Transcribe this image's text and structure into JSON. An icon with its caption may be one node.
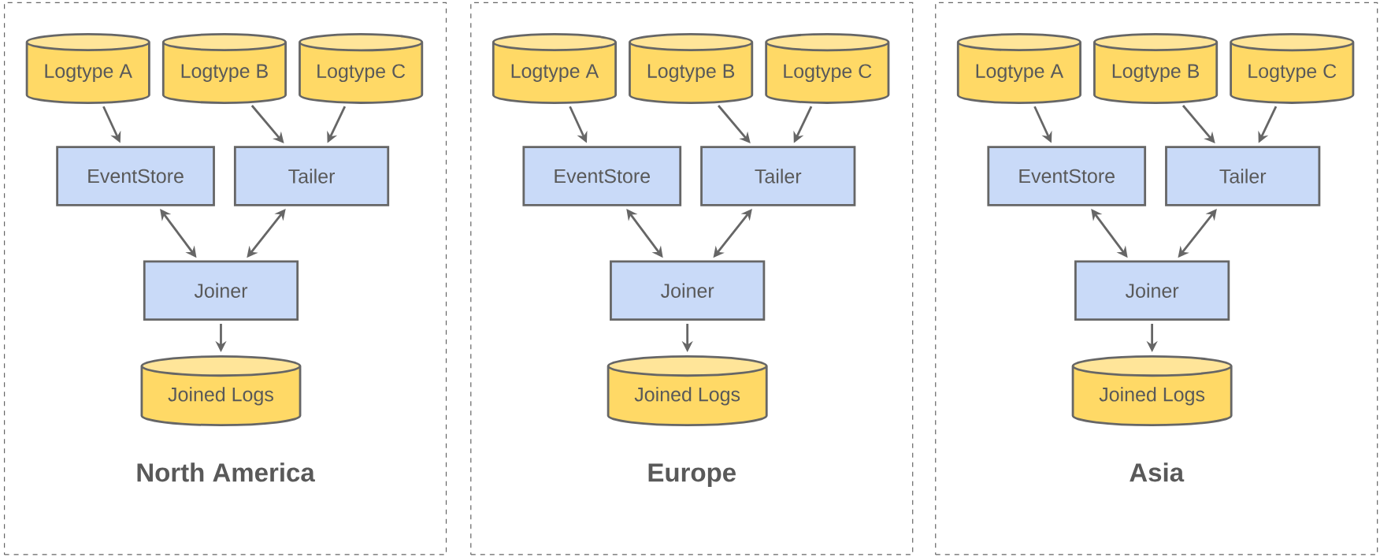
{
  "diagram": {
    "nodes": [
      {
        "text": [
          "North America"
        ]
      },
      {
        "text": [
          "Logtype A"
        ],
        "in": 0
      },
      {
        "text": [
          "Logtype B"
        ],
        "in": 0
      },
      {
        "text": [
          "Logtype C"
        ],
        "in": 0
      },
      {
        "text": [
          "EventStore"
        ],
        "in": 0
      },
      {
        "text": [
          "Tailer"
        ],
        "in": 0
      },
      {
        "text": [
          "Joiner"
        ],
        "in": 0
      },
      {
        "text": [
          "Joined Logs"
        ],
        "in": 0
      },
      {
        "text": [
          "Europe"
        ]
      },
      {
        "text": [
          "Logtype A"
        ],
        "in": 8
      },
      {
        "text": [
          "Logtype B"
        ],
        "in": 8
      },
      {
        "text": [
          "Logtype C"
        ],
        "in": 8
      },
      {
        "text": [
          "EventStore"
        ],
        "in": 8
      },
      {
        "text": [
          "Tailer"
        ],
        "in": 8
      },
      {
        "text": [
          "Joiner"
        ],
        "in": 8
      },
      {
        "text": [
          "Joined Logs"
        ],
        "in": 8
      },
      {
        "text": [
          "Asia"
        ]
      },
      {
        "text": [
          "Logtype A"
        ],
        "in": 16
      },
      {
        "text": [
          "Logtype B"
        ],
        "in": 16
      },
      {
        "text": [
          "Logtype C"
        ],
        "in": 16
      },
      {
        "text": [
          "EventStore"
        ],
        "in": 16
      },
      {
        "text": [
          "Tailer"
        ],
        "in": 16
      },
      {
        "text": [
          "Joiner"
        ],
        "in": 16
      },
      {
        "text": [
          "Joined Logs"
        ],
        "in": 16
      }
    ],
    "edges": [
      {
        "from": 1,
        "to": 4,
        "arrow": "to"
      },
      {
        "from": 2,
        "to": 5,
        "arrow": "to"
      },
      {
        "from": 3,
        "to": 5,
        "arrow": "to"
      },
      {
        "from": 4,
        "to": 6,
        "arrow": "both"
      },
      {
        "from": 5,
        "to": 6,
        "arrow": "both"
      },
      {
        "from": 6,
        "to": 7,
        "arrow": "to"
      },
      {
        "from": 9,
        "to": 12,
        "arrow": "to"
      },
      {
        "from": 10,
        "to": 13,
        "arrow": "to"
      },
      {
        "from": 11,
        "to": 13,
        "arrow": "to"
      },
      {
        "from": 12,
        "to": 14,
        "arrow": "both"
      },
      {
        "from": 13,
        "to": 14,
        "arrow": "both"
      },
      {
        "from": 14,
        "to": 15,
        "arrow": "to"
      },
      {
        "from": 17,
        "to": 20,
        "arrow": "to"
      },
      {
        "from": 18,
        "to": 21,
        "arrow": "to"
      },
      {
        "from": 19,
        "to": 21,
        "arrow": "to"
      },
      {
        "from": 20,
        "to": 22,
        "arrow": "both"
      },
      {
        "from": 21,
        "to": 22,
        "arrow": "both"
      },
      {
        "from": 22,
        "to": 23,
        "arrow": "to"
      }
    ]
  }
}
